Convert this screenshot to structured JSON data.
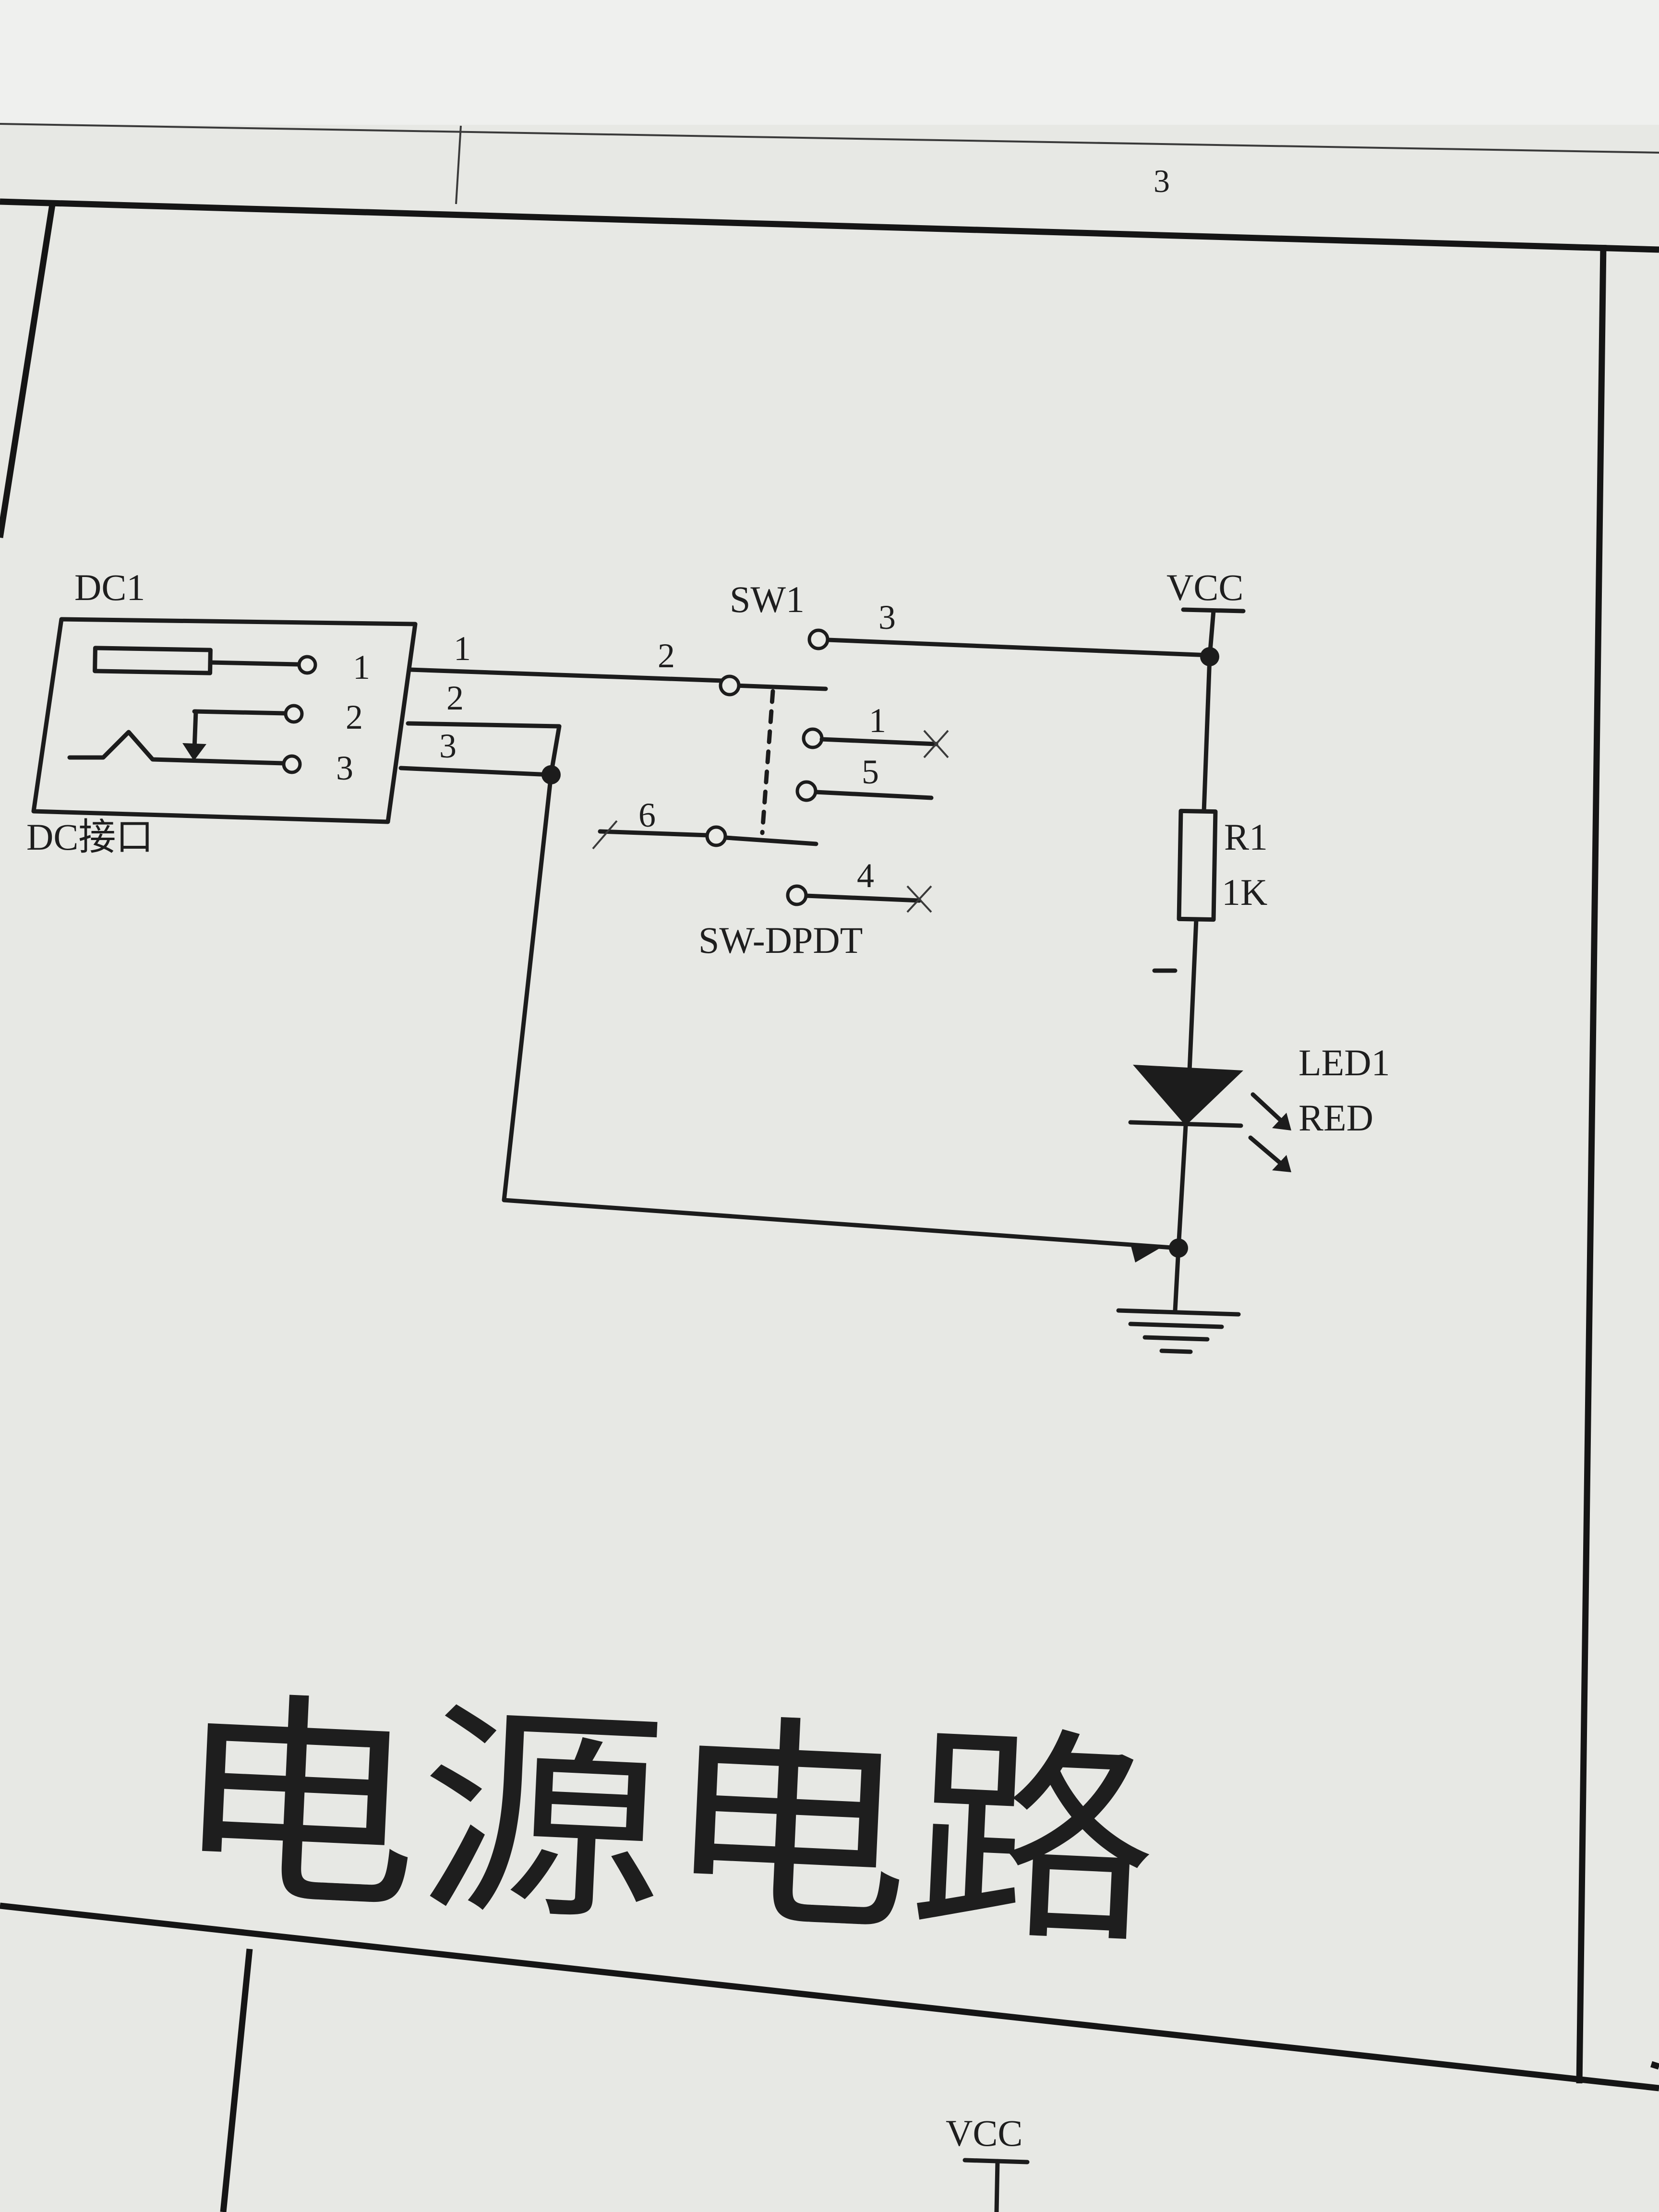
{
  "header": {
    "column_number": "3"
  },
  "dc_jack": {
    "designator": "DC1",
    "name": "DC接口",
    "pins": [
      "1",
      "2",
      "3"
    ],
    "wire_labels": [
      "1",
      "2",
      "3"
    ]
  },
  "switch": {
    "designator": "SW1",
    "type": "SW-DPDT",
    "pins": [
      "1",
      "2",
      "3",
      "4",
      "5",
      "6"
    ]
  },
  "vcc_label": "VCC",
  "resistor": {
    "designator": "R1",
    "value": "1K"
  },
  "led": {
    "designator": "LED1",
    "color": "RED"
  },
  "section_title": "电源电路",
  "bottom_vcc_label": "VCC",
  "colors": {
    "paper": "#e6e7e3",
    "ink": "#1c1c1c"
  }
}
